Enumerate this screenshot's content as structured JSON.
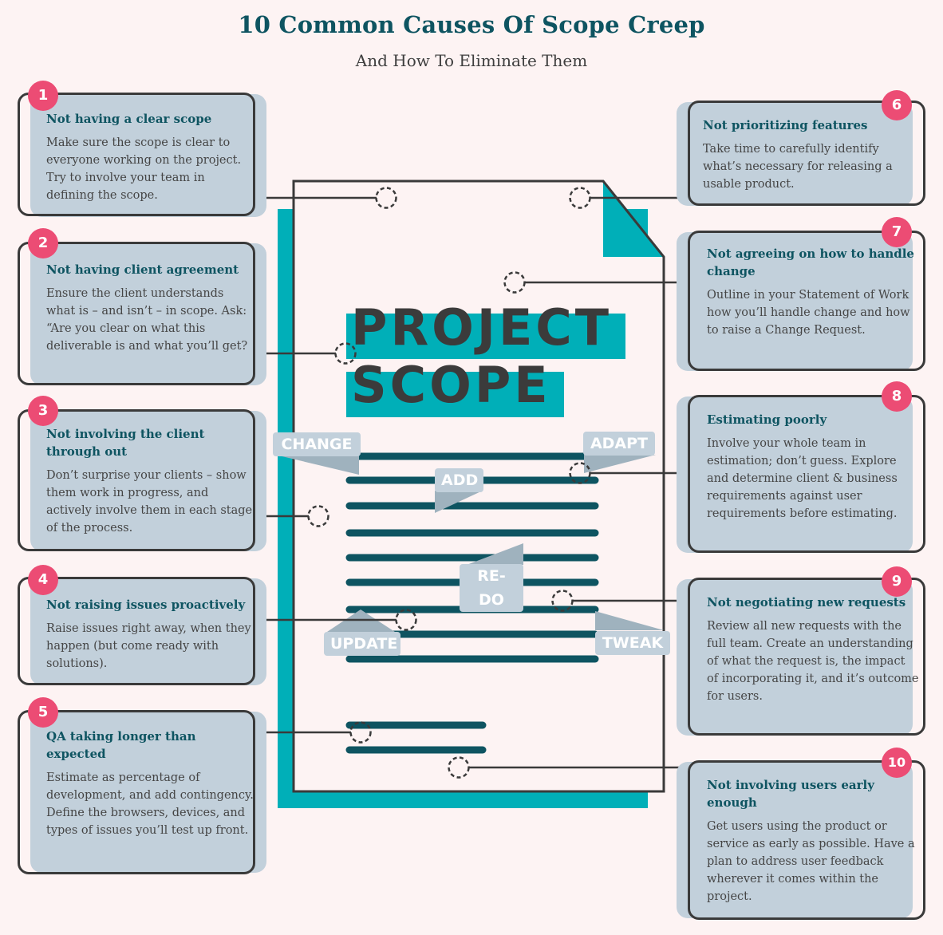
{
  "header": {
    "title": "10 Common Causes Of Scope Creep",
    "subtitle": "And How To Eliminate Them"
  },
  "document": {
    "title_line1": "PROJECT",
    "title_line2": "SCOPE",
    "tags": [
      "CHANGE",
      "ADAPT",
      "ADD",
      "RE-DO",
      "UPDATE",
      "TWEAK"
    ]
  },
  "colors": {
    "background": "#fdf3f3",
    "teal": "#00afb8",
    "dark_teal": "#0e5461",
    "card_fill": "#c2d0db",
    "badge": "#ec4c74",
    "outline": "#3a3a3a"
  },
  "causes": [
    {
      "number": "1",
      "title": "Not having a clear scope",
      "body": "Make sure the scope is clear to everyone working on the project. Try to involve your team in defining the scope."
    },
    {
      "number": "2",
      "title": "Not having client agreement",
      "body": "Ensure the client understands what is – and isn’t – in scope. Ask: “Are you clear on what this deliverable is and what you’ll get?"
    },
    {
      "number": "3",
      "title": "Not involving the client through out",
      "body": "Don’t surprise your clients – show them work in progress, and actively involve them in each stage of the process."
    },
    {
      "number": "4",
      "title": "Not raising issues proactively",
      "body": "Raise issues right away, when they happen (but come ready with solutions)."
    },
    {
      "number": "5",
      "title": "QA taking longer than expected",
      "body": "Estimate as percentage of development, and add contingency. Define the browsers, devices, and types of issues you’ll test up front."
    },
    {
      "number": "6",
      "title": "Not prioritizing features",
      "body": "Take time to carefully identify what’s necessary for releasing a usable product."
    },
    {
      "number": "7",
      "title": "Not agreeing on how to handle change",
      "body": "Outline in your Statement of Work how you’ll handle change and how to raise a Change Request."
    },
    {
      "number": "8",
      "title": "Estimating poorly",
      "body": "Involve your whole team in estimation; don’t guess. Explore and determine client & business requirements against user requirements before estimating."
    },
    {
      "number": "9",
      "title": "Not negotiating new requests",
      "body": "Review all new requests with the full team. Create an understanding of what the request is, the impact of incorporating it, and it’s outcome for users."
    },
    {
      "number": "10",
      "title": "Not involving users early enough",
      "body": "Get users using the product or service as early as possible. Have a plan to address user feedback wherever it comes within the project."
    }
  ]
}
